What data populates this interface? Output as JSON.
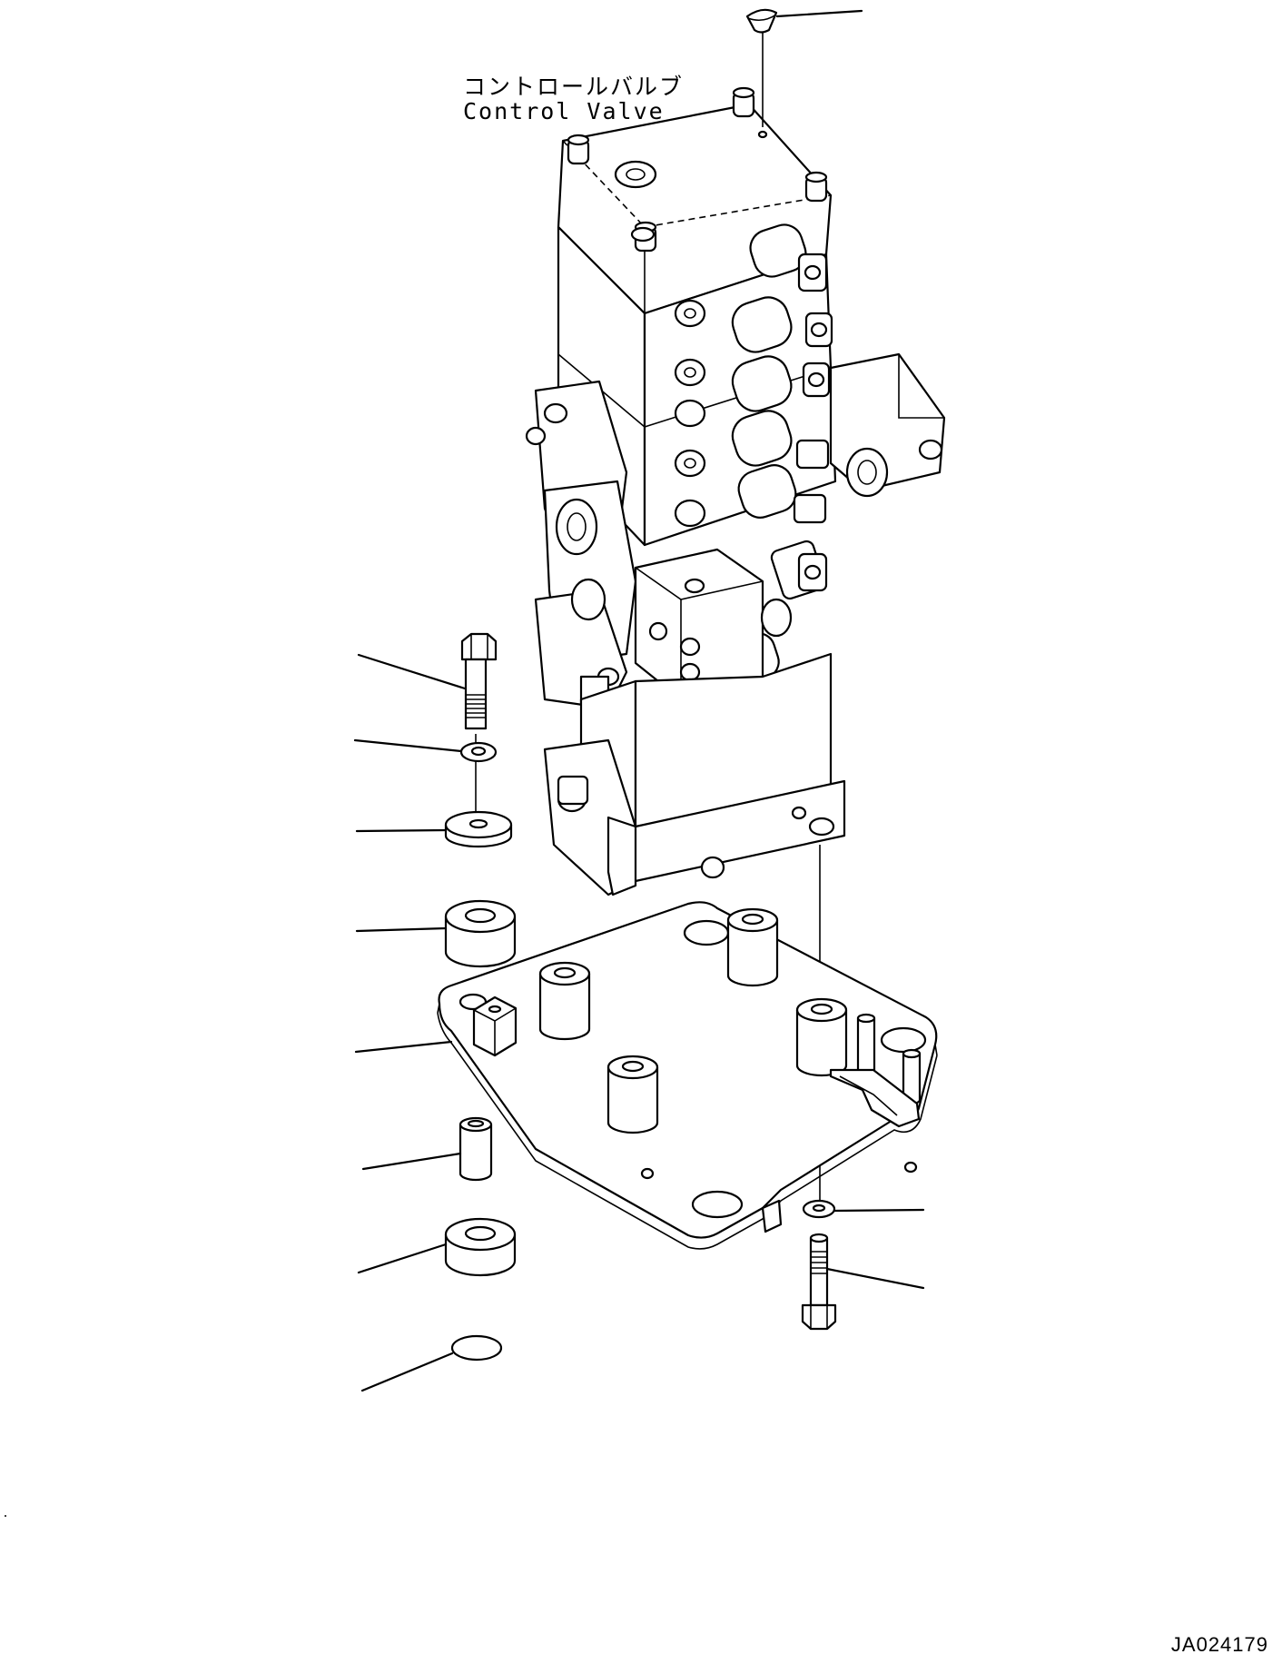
{
  "diagram": {
    "label_jp": "コントロールバルブ",
    "label_en": "Control Valve",
    "reference_code": "JA024179"
  }
}
